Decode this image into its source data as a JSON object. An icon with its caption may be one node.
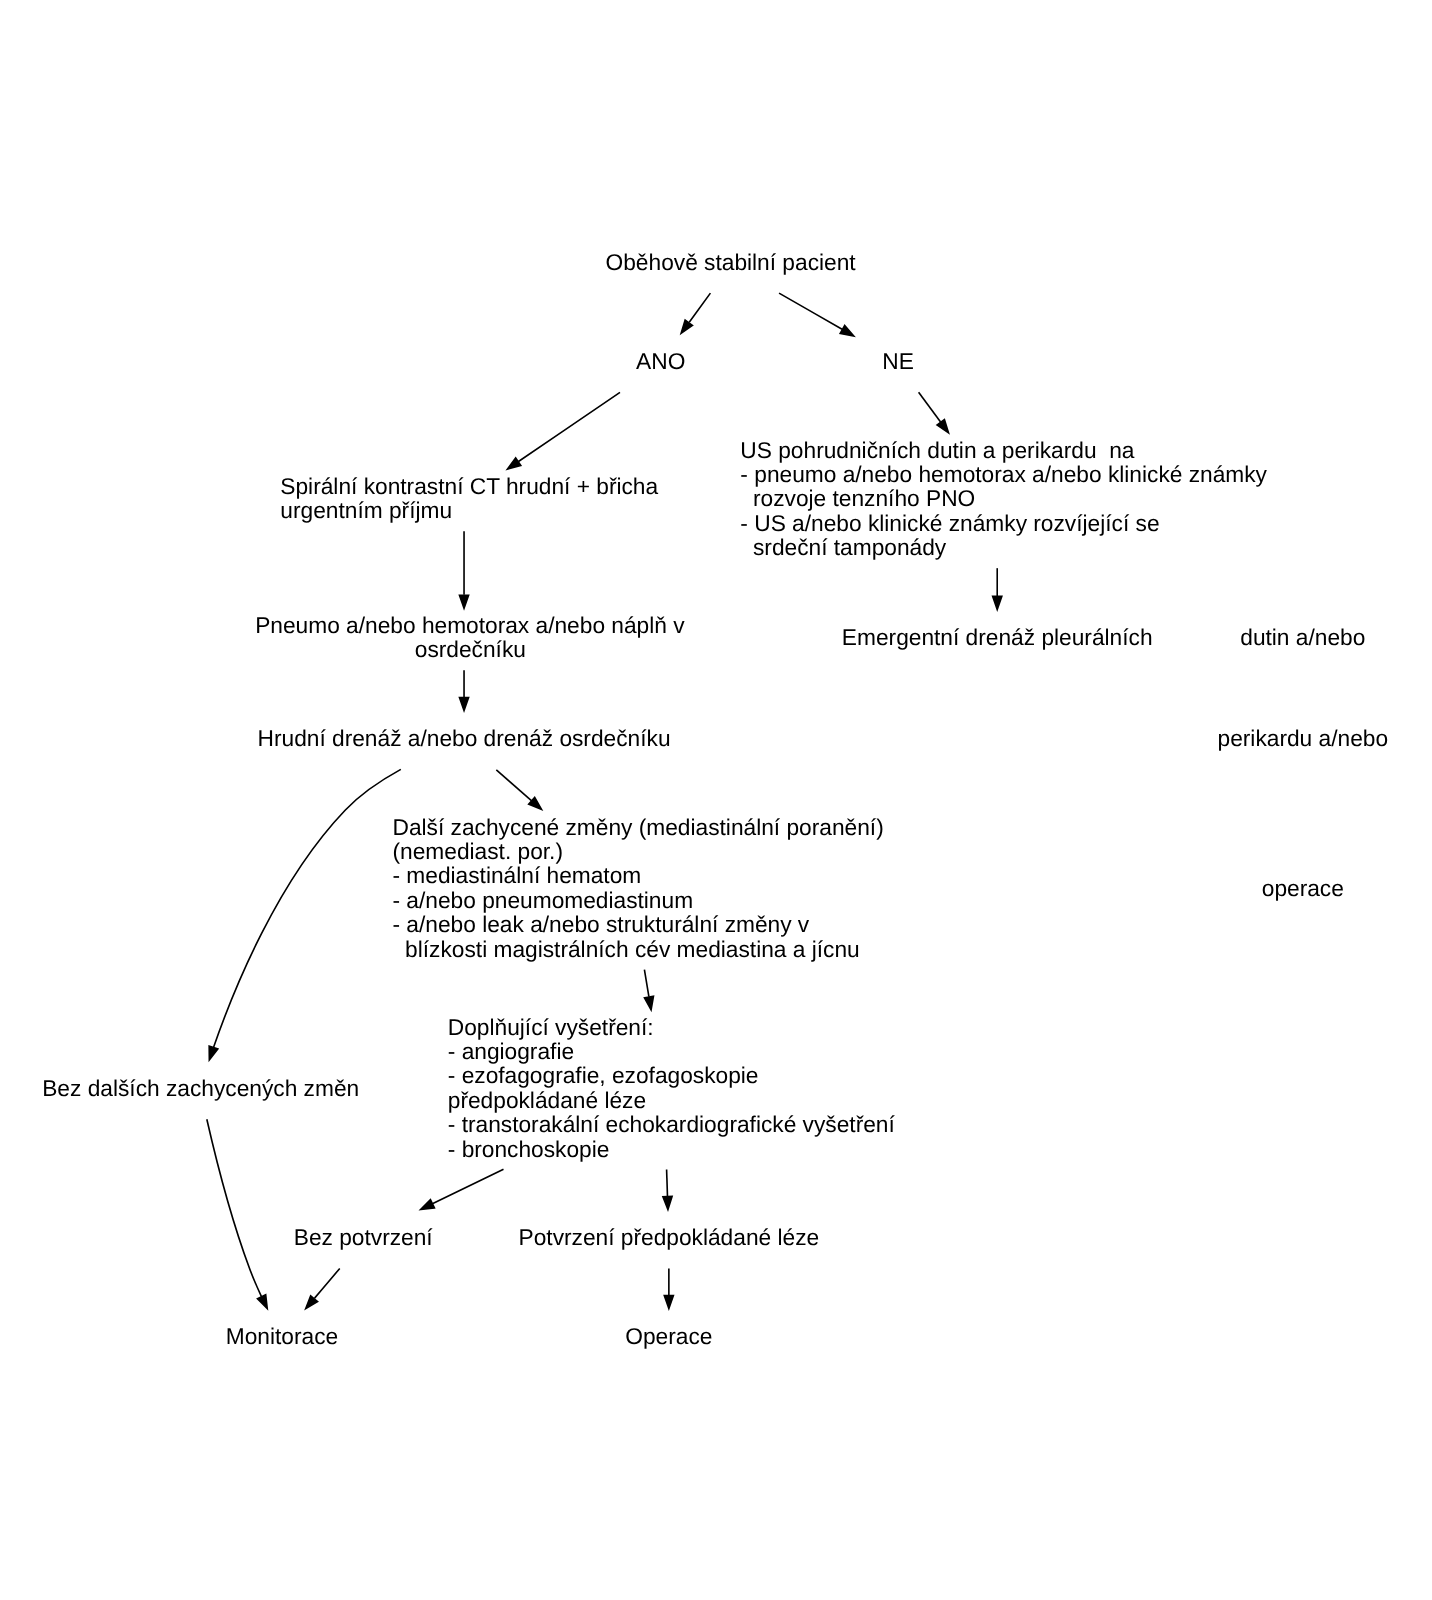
{
  "diagram": {
    "nodes": [
      {
        "text": [
          "Oběhově stabilní pacient"
        ]
      },
      {
        "text": [
          "ANO"
        ]
      },
      {
        "text": [
          "NE"
        ]
      },
      {
        "text": [
          "Spirální kontrastní CT hrudní + břicha",
          "urgentním příjmu"
        ]
      },
      {
        "text": [
          "US pohrudničních dutin a perikardu  na",
          "- pneumo a/nebo hemotorax a/nebo klinické známky rozvoje tenzního PNO",
          "- US a/nebo klinické známky rozvíjející se srdeční tamponády"
        ]
      },
      {
        "text": [
          "Pneumo a/nebo hemotorax a/nebo náplň v osrdečníku"
        ]
      },
      {
        "text": [
          "Emergentní drenáž pleurálních"
        ]
      },
      {
        "text": [
          "Hrudní drenáž a/nebo drenáž osrdečníku"
        ]
      },
      {
        "text": [
          "Další zachycené změny (mediastinální poranění)",
          "(nemediast. por.)",
          "- mediastinální hematom",
          "- a/nebo pneumomediastinum",
          "- a/nebo leak a/nebo strukturální změny v blízkosti magistrálních cév mediastina a jícnu"
        ]
      },
      {
        "text": [
          "Bez dalších zachycených změn"
        ]
      },
      {
        "text": [
          "Monitorace"
        ]
      },
      {
        "text": [
          "Doplňující vyšetření:",
          "- angiografie",
          "- ezofagografie, ezofagoskopie",
          "předpokládané léze",
          "- transtorakální echokardiografické vyšetření",
          "- bronchoskopie"
        ]
      },
      {
        "text": [
          "Bez potvrzení"
        ]
      },
      {
        "text": [
          "Potvrzení předpokládané léze"
        ]
      },
      {
        "text": [
          "Operace"
        ]
      }
    ],
    "edges": [
      {
        "from": 0,
        "to": 1,
        "arrow": "to"
      },
      {
        "from": 0,
        "to": 2,
        "arrow": "to"
      },
      {
        "from": 1,
        "to": 3,
        "arrow": "to"
      },
      {
        "from": 2,
        "to": 4,
        "arrow": "to"
      },
      {
        "from": 3,
        "to": 5,
        "arrow": "to"
      },
      {
        "from": 4,
        "to": 6,
        "arrow": "to"
      },
      {
        "from": 5,
        "to": 7,
        "arrow": "to"
      },
      {
        "from": 7,
        "to": 8,
        "arrow": "to"
      },
      {
        "from": 7,
        "to": 9,
        "arrow": "to"
      },
      {
        "from": 9,
        "to": 10,
        "arrow": "to"
      },
      {
        "from": 8,
        "to": 11,
        "arrow": "to"
      },
      {
        "from": 11,
        "to": 12,
        "arrow": "to"
      },
      {
        "from": 12,
        "to": 10,
        "arrow": "to"
      },
      {
        "from": 11,
        "to": 13,
        "arrow": "to"
      },
      {
        "from": 13,
        "to": 14,
        "arrow": "to"
      }
    ],
    "labels": [
      "dutin a/nebo",
      "perikardu a/nebo",
      "operace"
    ]
  }
}
